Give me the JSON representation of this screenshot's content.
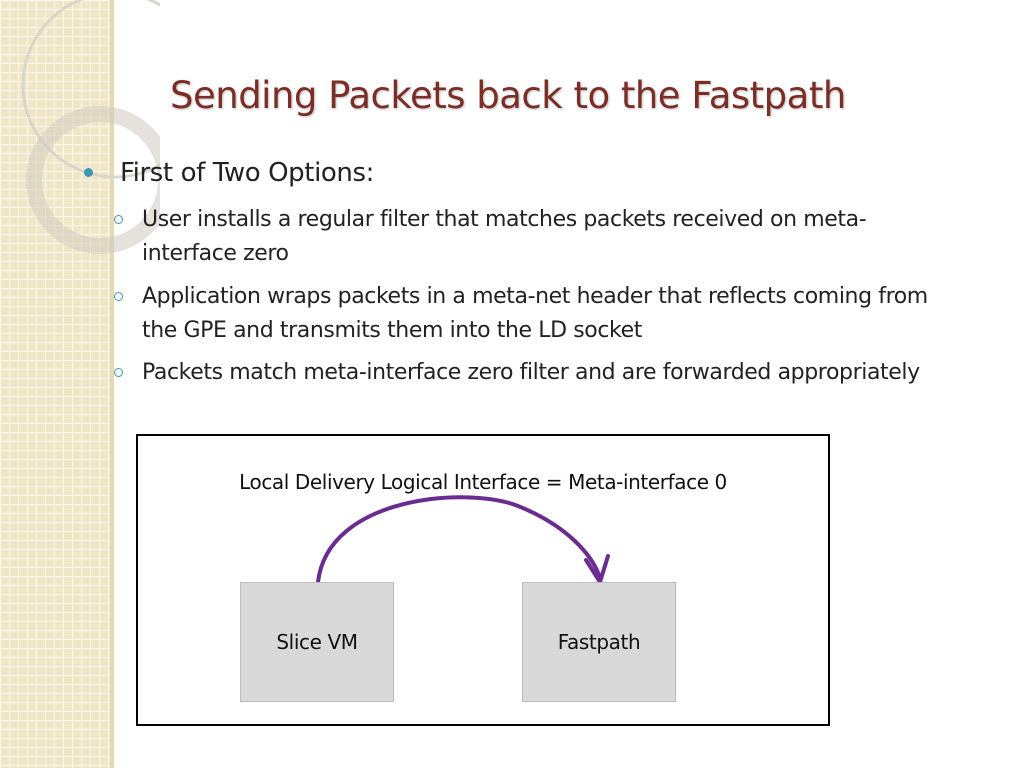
{
  "slide": {
    "title": "Sending Packets back to the Fastpath",
    "main_bullet": "First of Two Options:",
    "sub_bullets": [
      "User installs a regular filter that matches packets received on meta-interface zero",
      "Application wraps packets in a meta-net header that reflects coming from the GPE and transmits them into the LD socket",
      "Packets match meta-interface zero filter and are forwarded appropriately"
    ]
  },
  "diagram": {
    "label": "Local Delivery Logical Interface = Meta-interface 0",
    "nodes": [
      "Slice VM",
      "Fastpath"
    ],
    "arrow_color": "#6a2c91"
  },
  "colors": {
    "title": "#7b2d26",
    "bullet": "#3c96b4",
    "sidebar": "#f1e6c6"
  }
}
